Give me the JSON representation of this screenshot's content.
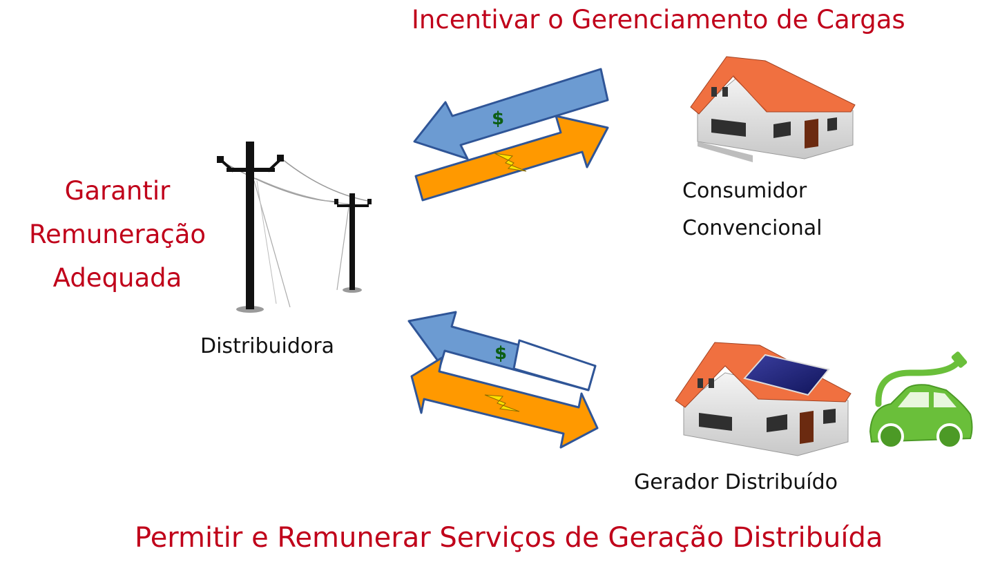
{
  "titles": {
    "top": "Incentivar o Gerenciamento de Cargas",
    "left_line1": "Garantir",
    "left_line2": "Remuneração",
    "left_line3": "Adequada",
    "bottom": "Permitir e Remunerar Serviços de Geração Distribuída"
  },
  "labels": {
    "distribuidora": "Distribuidora",
    "consumidor_line1": "Consumidor",
    "consumidor_line2": "Convencional",
    "gerador": "Gerador Distribuído"
  },
  "symbols": {
    "money": "$"
  },
  "colors": {
    "title_red": "#c0001a",
    "money_arrow_blue": "#6c9bd2",
    "energy_arrow_orange": "#ff9900",
    "arrow_outline": "#2f5597",
    "roof": "#f07040",
    "ev_green": "#6abf3a"
  },
  "icons": [
    "power-pole-icon",
    "house-icon",
    "solar-house-icon",
    "electric-car-icon",
    "lightning-icon",
    "dollar-icon"
  ]
}
